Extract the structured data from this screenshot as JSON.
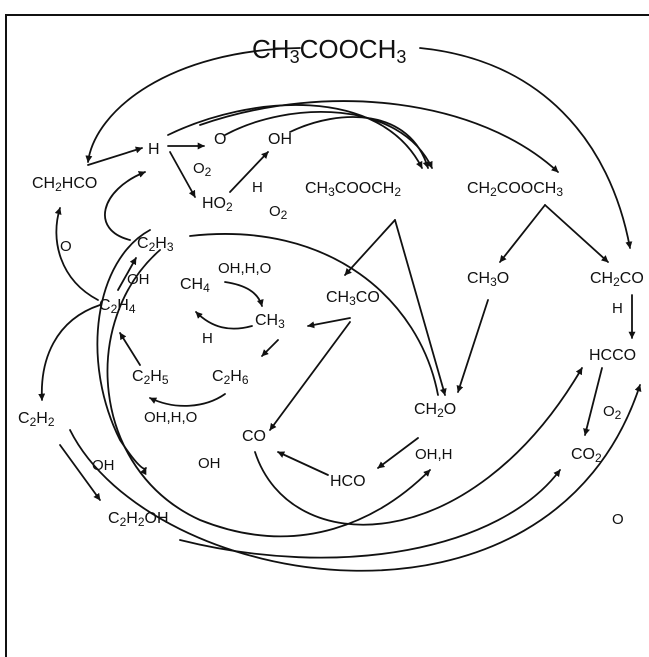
{
  "title": "CH3COOCH3",
  "species": {
    "ch2hco": "CH2HCO",
    "h": "H",
    "o": "O",
    "oh": "OH",
    "ho2": "HO2",
    "ch3cooch2": "CH3COOCH2",
    "ch2cooch3": "CH2COOCH3",
    "c2h3": "C2H3",
    "c2h4": "C2H4",
    "ch4": "CH4",
    "ch3": "CH3",
    "ch3co": "CH3CO",
    "ch3o": "CH3O",
    "ch2co": "CH2CO",
    "c2h5": "C2H5",
    "c2h6": "C2H6",
    "c2h2": "C2H2",
    "co": "CO",
    "ch2o": "CH2O",
    "hcco": "HCCO",
    "co2": "CO2",
    "hco": "HCO",
    "c2h2oh": "C2H2OH"
  },
  "reactants": {
    "o2_top": "O2",
    "h_top": "H",
    "o2_mid": "O2",
    "o_left": "O",
    "oh_c2h4": "OH",
    "ohho_ch4": "OH,H,O",
    "h_ch3": "H",
    "ohho_c2h6": "OH,H,O",
    "h_ch2co": "H",
    "o2_hcco": "O2",
    "ohh_ch2o": "OH,H",
    "oh_c2h2": "OH",
    "oh_co": "OH",
    "o_right": "O"
  }
}
